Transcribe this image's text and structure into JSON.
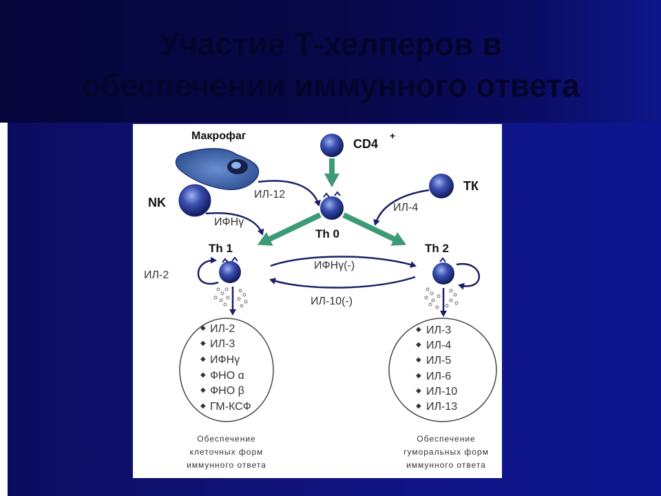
{
  "slide": {
    "title_line1": "Участие Т-хелперов в",
    "title_line2": "обеспечении иммунного ответа"
  },
  "diagram": {
    "cells": {
      "macrophage": "Макрофаг",
      "cd4": "CD4",
      "cd4_sup": "+",
      "nk": "NK",
      "tk": "ТК",
      "th0": "Th 0",
      "th1": "Th 1",
      "th2": "Th 2"
    },
    "arrows": {
      "il12": "ИЛ-12",
      "ifng_nk": "ИФНγ",
      "il4": "ИЛ-4",
      "il2_loop": "ИЛ-2",
      "ifng_minus": "ИФНγ(-)",
      "il10_minus": "ИЛ-10(-)"
    },
    "th1_products": [
      "ИЛ-2",
      "ИЛ-3",
      "ИФНγ",
      "ФНО α",
      "ФНО β",
      "ГМ-КСФ"
    ],
    "th2_products": [
      "ИЛ-3",
      "ИЛ-4",
      "ИЛ-5",
      "ИЛ-6",
      "ИЛ-10",
      "ИЛ-13"
    ],
    "th1_caption": [
      "Обеспечение",
      "клеточных форм",
      "иммунного ответа"
    ],
    "th2_caption": [
      "Обеспечение",
      "гуморальных форм",
      "иммунного ответа"
    ]
  }
}
